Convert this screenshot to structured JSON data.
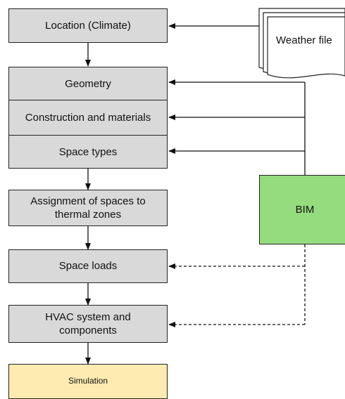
{
  "diagram": {
    "steps": {
      "location": "Location (Climate)",
      "geometry": "Geometry",
      "construction": "Construction and materials",
      "space_types": "Space types",
      "assignment": "Assignment of spaces to thermal zones",
      "space_loads": "Space loads",
      "hvac": "HVAC system and components",
      "simulation": "Simulation"
    },
    "sources": {
      "weather_file": "Weather file",
      "bim": "BIM"
    },
    "colors": {
      "step_fill": "#d9d9d9",
      "simulation_fill": "#fdebb1",
      "bim_fill": "#95dc7e",
      "line": "#222222"
    }
  }
}
